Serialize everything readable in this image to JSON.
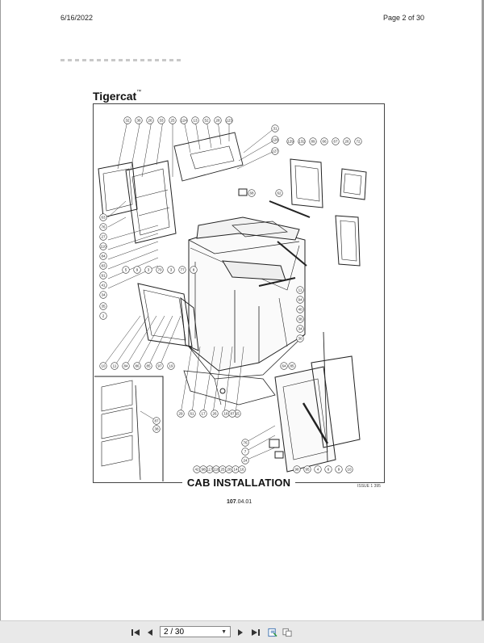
{
  "header": {
    "date": "6/16/2022",
    "page": "Page  2 of 30"
  },
  "document": {
    "brand": "Tigercat",
    "brand_mark": "™",
    "title": "CAB INSTALLATION",
    "issue": "ISSUE 1 395",
    "page_number_bold": "107",
    "page_number_rest": ".04.01"
  },
  "callouts": [
    "32",
    "36",
    "26",
    "33",
    "25",
    "124",
    "13",
    "52",
    "28",
    "123",
    "31",
    "128",
    "127",
    "129",
    "132",
    "89",
    "66",
    "67",
    "26",
    "72",
    "68",
    "62",
    "63",
    "76",
    "27",
    "110",
    "84",
    "83",
    "91",
    "41",
    "34",
    "35",
    "2",
    "5",
    "9",
    "3",
    "70",
    "3",
    "77",
    "8",
    "10",
    "11",
    "84",
    "86",
    "85",
    "97",
    "19",
    "29",
    "61",
    "17",
    "26",
    "18",
    "15",
    "87",
    "64",
    "85",
    "87",
    "38",
    "76",
    "7",
    "24",
    "42",
    "98",
    "117",
    "118",
    "25",
    "28",
    "14",
    "16",
    "98",
    "95",
    "4",
    "6",
    "9",
    "10",
    "11",
    "94",
    "40",
    "38",
    "34",
    "30",
    "32",
    "33",
    "31",
    "74",
    "44",
    "43",
    "27",
    "1",
    "12"
  ],
  "toolbar": {
    "first_icon": "first-page-icon",
    "prev_icon": "prev-page-icon",
    "page_value": "2 / 30",
    "next_icon": "next-page-icon",
    "last_icon": "last-page-icon",
    "fit_icon": "fit-page-icon",
    "view_icon": "view-mode-icon"
  }
}
